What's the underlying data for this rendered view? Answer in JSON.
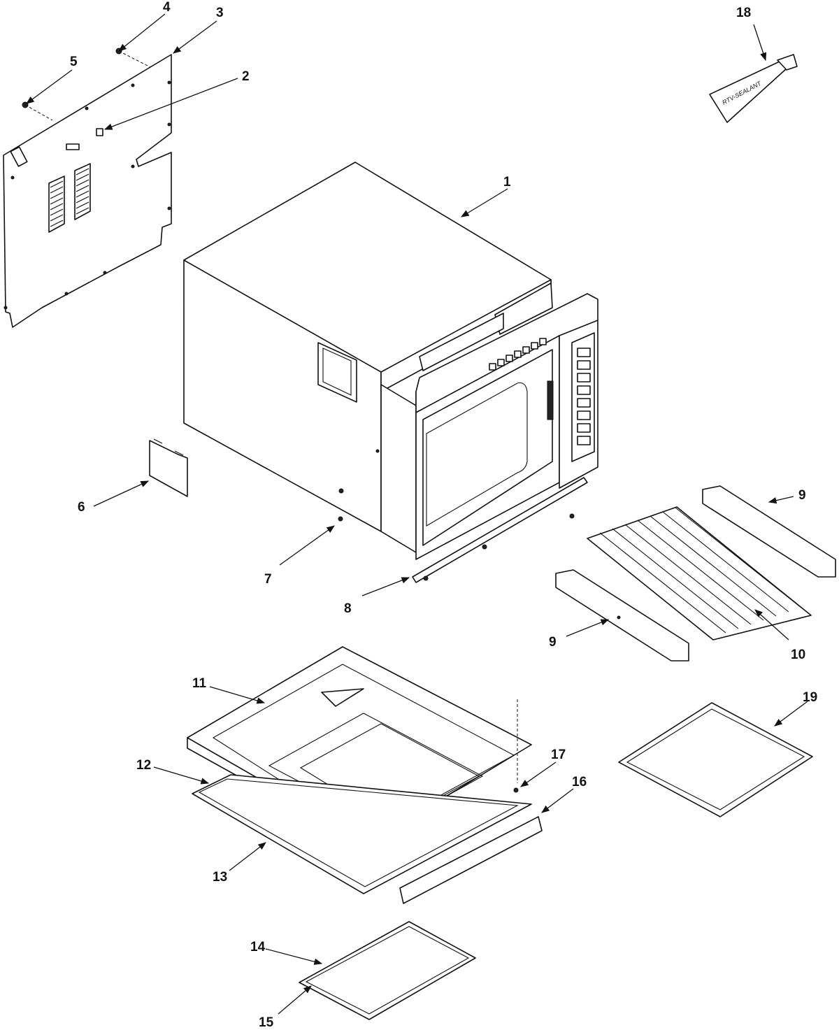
{
  "diagram": {
    "callouts": [
      {
        "id": "c1",
        "label": "1"
      },
      {
        "id": "c2",
        "label": "2"
      },
      {
        "id": "c3",
        "label": "3"
      },
      {
        "id": "c4",
        "label": "4"
      },
      {
        "id": "c5",
        "label": "5"
      },
      {
        "id": "c6",
        "label": "6"
      },
      {
        "id": "c7",
        "label": "7"
      },
      {
        "id": "c8",
        "label": "8"
      },
      {
        "id": "c9a",
        "label": "9"
      },
      {
        "id": "c9b",
        "label": "9"
      },
      {
        "id": "c10",
        "label": "10"
      },
      {
        "id": "c11",
        "label": "11"
      },
      {
        "id": "c12",
        "label": "12"
      },
      {
        "id": "c13",
        "label": "13"
      },
      {
        "id": "c14",
        "label": "14"
      },
      {
        "id": "c15",
        "label": "15"
      },
      {
        "id": "c16",
        "label": "16"
      },
      {
        "id": "c17",
        "label": "17"
      },
      {
        "id": "c18",
        "label": "18"
      },
      {
        "id": "c19",
        "label": "19"
      }
    ],
    "sealant_tube_text": "RTV-SEALANT"
  },
  "colors": {
    "line": "#111111",
    "background": "#ffffff"
  }
}
